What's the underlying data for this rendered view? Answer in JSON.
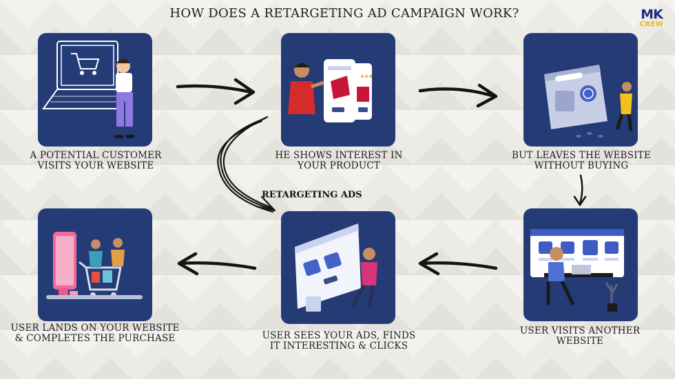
{
  "title": "HOW DOES A RETARGETING AD CAMPAIGN WORK?",
  "logo": {
    "mk": "MK",
    "crew": "CREW"
  },
  "steps": [
    {
      "caption_l1": "A POTENTIAL CUSTOMER",
      "caption_l2": "VISITS YOUR WEBSITE",
      "icon": "laptop-shopping-cart-icon"
    },
    {
      "caption_l1": "HE SHOWS INTEREST IN",
      "caption_l2": "YOUR PRODUCT",
      "icon": "phone-shopping-icon"
    },
    {
      "caption_l1": "BUT LEAVES THE WEBSITE",
      "caption_l2": "WITHOUT BUYING",
      "icon": "leaving-website-icon"
    },
    {
      "caption_l1": "USER VISITS ANOTHER",
      "caption_l2": "WEBSITE",
      "icon": "browsing-website-icon"
    },
    {
      "caption_l1": "USER SEES YOUR ADS, FINDS",
      "caption_l2": "IT INTERESTING & CLICKS",
      "icon": "online-ad-icon"
    },
    {
      "caption_l1": "USER LANDS ON YOUR WEBSITE",
      "caption_l2": "& COMPLETES THE PURCHASE",
      "icon": "purchase-cart-icon"
    }
  ],
  "retargeting_label": "RETARGETING ADS",
  "colors": {
    "card": "#243b76",
    "text": "#1e1e1e",
    "logo_blue": "#1f2d78",
    "logo_yellow": "#f2b51b"
  }
}
